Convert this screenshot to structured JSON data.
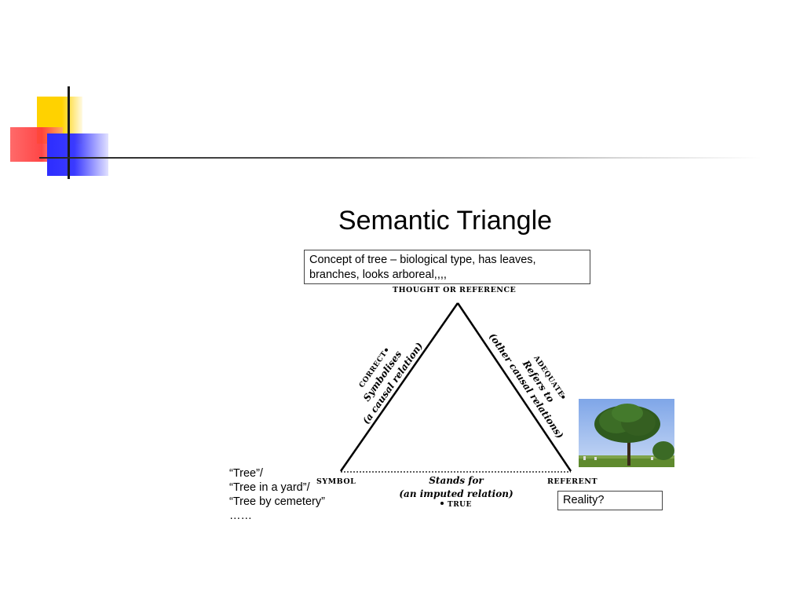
{
  "title": "Semantic Triangle",
  "concept_box": {
    "line1": "Concept of tree – biological type, has leaves,",
    "line2": "branches, looks arboreal,,,,"
  },
  "nodes": {
    "top": "THOUGHT OR REFERENCE",
    "left": "SYMBOL",
    "right": "REFERENT"
  },
  "left_edge": {
    "tag": "CORRECT",
    "line1": "Symbolises",
    "line2": "(a causal relation)"
  },
  "right_edge": {
    "tag": "ADEQUATE",
    "line1": "Refers to",
    "line2": "(other causal relations)"
  },
  "bottom_edge": {
    "line1": "Stands for",
    "line2": "(an imputed relation)",
    "tag": "TRUE"
  },
  "symbol_examples": [
    "“Tree”/",
    "“Tree in a yard”/",
    "“Tree by cemetery”",
    "……"
  ],
  "reality_box": "Reality?",
  "colors": {
    "yellow": "#ffd200",
    "red": "#ff4040",
    "blue": "#2d2dff"
  }
}
